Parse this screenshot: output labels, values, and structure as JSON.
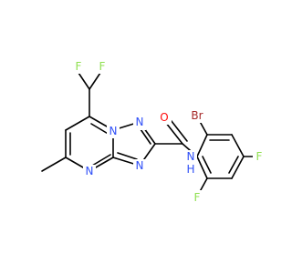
{
  "molecule": {
    "atom_labels": {
      "f_top_left": "F",
      "f_top_right": "F",
      "n_ring_top": "N",
      "n_ring_right": "N",
      "n_ring_bottom": "N",
      "n_ring_left": "N",
      "oxygen": "O",
      "amide_n": "N",
      "amide_h": "H",
      "bromine": "Br",
      "f_ring_right": "F",
      "f_ring_bottom": "F"
    },
    "colors": {
      "carbon_bond": "#000000",
      "nitrogen": "#3050F8",
      "oxygen": "#FF0D0D",
      "fluorine": "#90E050",
      "bromine": "#A62929"
    }
  }
}
